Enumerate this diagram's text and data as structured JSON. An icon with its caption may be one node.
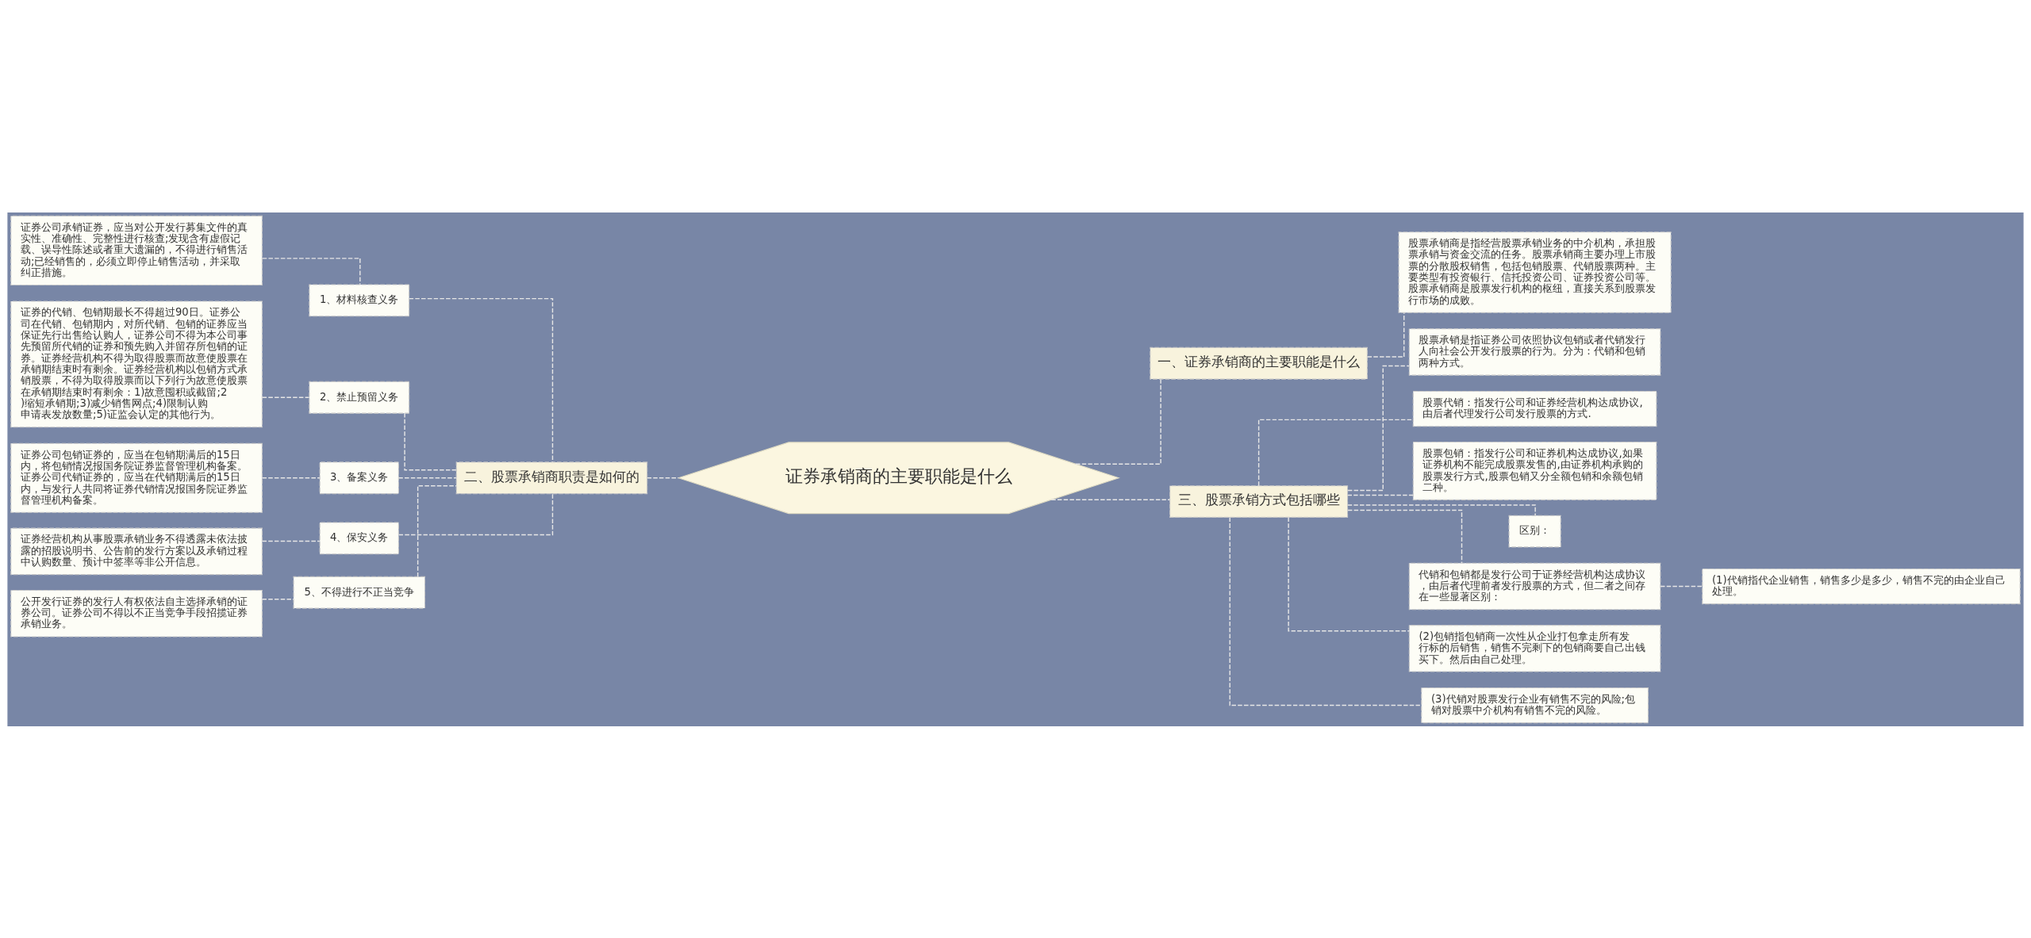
{
  "diagram": {
    "nodes": [
      {
        "text": [
          "证券承销商的主要职能是什么"
        ]
      },
      {
        "text": [
          "一、证券承销商的主要职能是什么"
        ]
      },
      {
        "text": [
          "股票承销商是指经营股票承销业务的中介机构，承担股票承销与资金交流的任务。股票承销商主要办理上市股票的分散股权销售，包括包销股票、代销股票两种。主要类型有投资银行、信托投资公司、证券投资公司等。股票承销商是股票发行机构的枢纽，直接关系到股票发行市场的成败。"
        ]
      },
      {
        "text": [
          "二、股票承销商职责是如何的"
        ]
      },
      {
        "text": [
          "1、材料核查义务"
        ]
      },
      {
        "text": [
          "证券公司承销证券，应当对公开发行募集文件的真实性、准确性、完整性进行核查;发现含有虚假记载、误导性陈述或者重大遗漏的，不得进行销售活动;已经销售的，必须立即停止销售活动，并采取纠正措施。"
        ]
      },
      {
        "text": [
          "2、禁止预留义务"
        ]
      },
      {
        "text": [
          "证券的代销、包销期最长不得超过90日。证券公司在代销、包销期内，对所代销、包销的证券应当保证先行出售给认购人，证券公司不得为本公司事先预留所代销的证券和预先购入并留存所包销的证券。证券经营机构不得为取得股票而故意使股票在承销期结束时有剩余。证券经营机构以包销方式承销股票，不得为取得股票而以下列行为故意使股票在承销期结束时有剩余：1)故意囤积或截留;2)缩短承销期;3)减少销售网点;4)限制认购申请表发放数量;5)证监会认定的其他行为。"
        ]
      },
      {
        "text": [
          "3、备案义务"
        ]
      },
      {
        "text": [
          "证券公司包销证券的，应当在包销期满后的15日内，将包销情况报国务院证券监督管理机构备案。证券公司代销证券的，应当在代销期满后的15日内，与发行人共同将证券代销情况报国务院证券监督管理机构备案。"
        ]
      },
      {
        "text": [
          "4、保安义务"
        ]
      },
      {
        "text": [
          "证券经营机构从事股票承销业务不得透露未依法披露的招股说明书、公告前的发行方案以及承销过程中认购数量、预计中签率等非公开信息。"
        ]
      },
      {
        "text": [
          "5、不得进行不正当竞争"
        ]
      },
      {
        "text": [
          "公开发行证券的发行人有权依法自主选择承销的证券公司。证券公司不得以不正当竞争手段招揽证券承销业务。"
        ]
      },
      {
        "text": [
          "三、股票承销方式包括哪些"
        ]
      },
      {
        "text": [
          "股票承销是指证券公司依照协议包销或者代销发行人向社会公开发行股票的行为。分为：代销和包销两种方式。"
        ]
      },
      {
        "text": [
          "股票代销：指发行公司和证券经营机构达成协议,由后者代理发行公司发行股票的方式."
        ]
      },
      {
        "text": [
          "股票包销：指发行公司和证券机构达成协议,如果证券机构不能完成股票发售的,由证券机构承购的股票发行方式,股票包销又分全额包销和余额包销二种。"
        ]
      },
      {
        "text": [
          "区别："
        ]
      },
      {
        "text": [
          "代销和包销都是发行公司于证券经营机构达成协议，由后者代理前者发行股票的方式，但二者之间存在一些显著区别："
        ]
      },
      {
        "text": [
          "(1)代销指代企业销售，销售多少是多少，销售不完的由企业自己处理。"
        ]
      },
      {
        "text": [
          "(2)包销指包销商一次性从企业打包拿走所有发行标的后销售，销售不完剩下的包销商要自己出钱买下。然后由自己处理。"
        ]
      },
      {
        "text": [
          "(3)代销对股票发行企业有销售不完的风险;包销对股票中介机构有销售不完的风险。"
        ]
      }
    ],
    "edges": [
      {
        "from": 0,
        "to": 1,
        "arrow": "none"
      },
      {
        "from": 1,
        "to": 2,
        "arrow": "none"
      },
      {
        "from": 0,
        "to": 3,
        "arrow": "none"
      },
      {
        "from": 3,
        "to": 4,
        "arrow": "none"
      },
      {
        "from": 4,
        "to": 5,
        "arrow": "none"
      },
      {
        "from": 3,
        "to": 6,
        "arrow": "none"
      },
      {
        "from": 6,
        "to": 7,
        "arrow": "none"
      },
      {
        "from": 3,
        "to": 8,
        "arrow": "none"
      },
      {
        "from": 8,
        "to": 9,
        "arrow": "none"
      },
      {
        "from": 3,
        "to": 10,
        "arrow": "none"
      },
      {
        "from": 10,
        "to": 11,
        "arrow": "none"
      },
      {
        "from": 3,
        "to": 12,
        "arrow": "none"
      },
      {
        "from": 12,
        "to": 13,
        "arrow": "none"
      },
      {
        "from": 0,
        "to": 14,
        "arrow": "none"
      },
      {
        "from": 14,
        "to": 15,
        "arrow": "none"
      },
      {
        "from": 14,
        "to": 16,
        "arrow": "none"
      },
      {
        "from": 14,
        "to": 17,
        "arrow": "none"
      },
      {
        "from": 14,
        "to": 18,
        "arrow": "none"
      },
      {
        "from": 14,
        "to": 19,
        "arrow": "none"
      },
      {
        "from": 19,
        "to": 20,
        "arrow": "none"
      },
      {
        "from": 14,
        "to": 21,
        "arrow": "none"
      },
      {
        "from": 14,
        "to": 22,
        "arrow": "none"
      }
    ]
  }
}
